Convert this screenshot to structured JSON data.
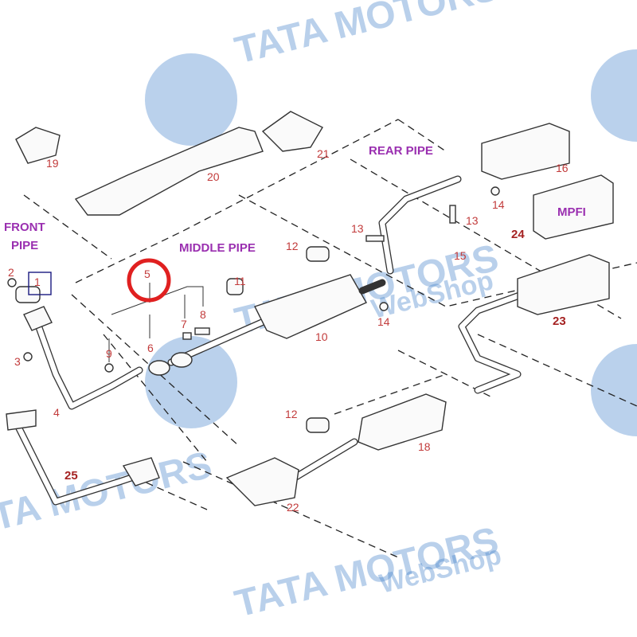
{
  "diagram": {
    "sections": {
      "front_pipe_1": "FRONT",
      "front_pipe_2": "PIPE",
      "middle_pipe": "MIDDLE PIPE",
      "rear_pipe": "REAR PIPE",
      "mpfi": "MPFI"
    },
    "labels": {
      "p19": "19",
      "p20": "20",
      "p21": "21",
      "p16": "16",
      "p14a": "14",
      "p13a": "13",
      "p13b": "13",
      "p24": "24",
      "p15": "15",
      "p12a": "12",
      "p2": "2",
      "p1": "1",
      "p5": "5",
      "p11": "11",
      "p8": "8",
      "p7": "7",
      "p9": "9",
      "p6": "6",
      "p10": "10",
      "p14b": "14",
      "p23": "23",
      "p3": "3",
      "p4": "4",
      "p12b": "12",
      "p18": "18",
      "p25": "25",
      "p22": "22"
    },
    "highlight": {
      "circled_part": "5",
      "boxed_part": "1",
      "circle_color": "#e02020",
      "box_color": "#1a1a80"
    }
  },
  "watermark": {
    "brand": "TATA MOTORS",
    "sub": "WebShop",
    "color": "#3a7cc8"
  }
}
